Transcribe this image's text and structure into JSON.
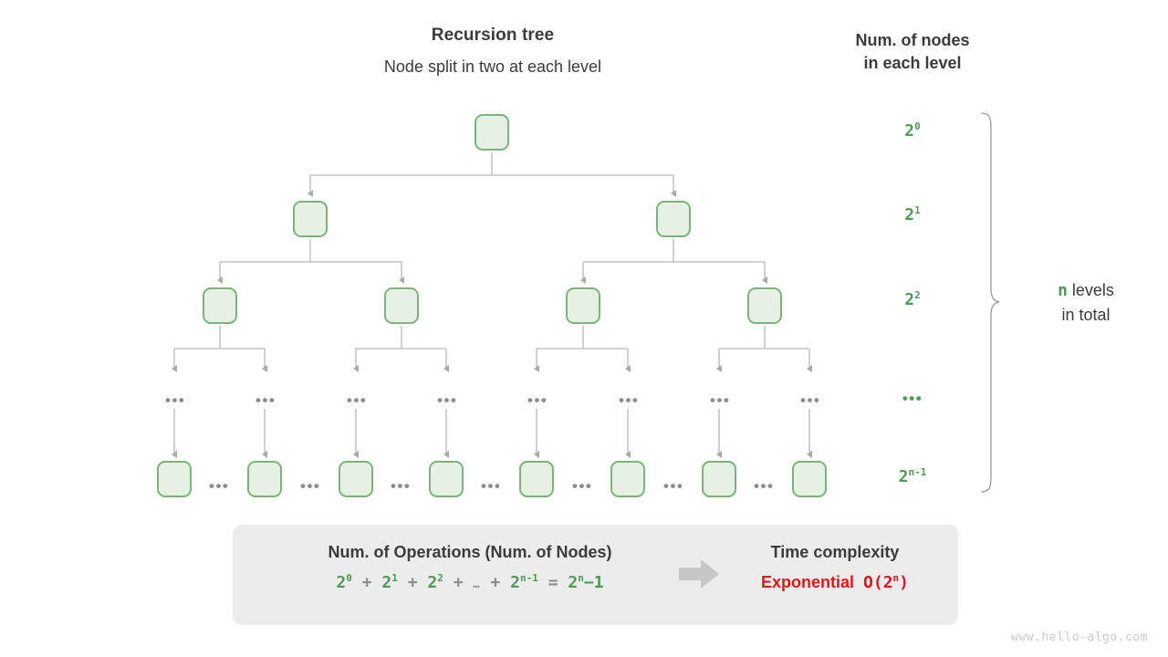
{
  "headings": {
    "main_title": "Recursion tree",
    "subtitle": "Node split in two at each level",
    "right_title_line1": "Num. of nodes",
    "right_title_line2": "in each level"
  },
  "levels": [
    {
      "id": "level-0",
      "count_base": "2",
      "count_exp": "0",
      "nodes": 1
    },
    {
      "id": "level-1",
      "count_base": "2",
      "count_exp": "1",
      "nodes": 2
    },
    {
      "id": "level-2",
      "count_base": "2",
      "count_exp": "2",
      "nodes": 4
    },
    {
      "id": "level-ellipsis",
      "count_base": "",
      "count_exp": "",
      "dots": "•••"
    },
    {
      "id": "level-last",
      "count_base": "2",
      "count_exp": "n-1",
      "nodes": 8
    }
  ],
  "level_labels": {
    "l0_base": "2",
    "l0_exp": "0",
    "l1_base": "2",
    "l1_exp": "1",
    "l2_base": "2",
    "l2_exp": "2",
    "l_dots": "•••",
    "llast_base": "2",
    "llast_exp": "n-1"
  },
  "brace_annotation": {
    "variable": "n",
    "line1": " levels",
    "line2": "in total"
  },
  "inline_dots": "•••",
  "summary": {
    "operations_heading": "Num. of Operations (Num. of Nodes)",
    "formula": {
      "term1_base": "2",
      "term1_exp": "0",
      "plus1": "+",
      "term2_base": "2",
      "term2_exp": "1",
      "plus2": "+",
      "term3_base": "2",
      "term3_exp": "2",
      "plus3": "+",
      "ellipsis": "…",
      "plus4": "+",
      "term4_base": "2",
      "term4_exp": "n-1",
      "equals": "=",
      "result_base": "2",
      "result_exp": "n",
      "result_tail": "−1"
    },
    "time_complexity_heading": "Time complexity",
    "complexity_word": "Exponential",
    "complexity_notation_pre": "O(2",
    "complexity_notation_exp": "n",
    "complexity_notation_post": ")"
  },
  "watermark": "www.hello-algo.com",
  "colors": {
    "green": "#4f9a54",
    "node_fill": "#e6f1e3",
    "node_border": "#7cb37c",
    "red": "#e8131a",
    "gray_text": "#3b3b3b",
    "connector": "#bdbdbd",
    "panel_bg": "#ececec"
  }
}
